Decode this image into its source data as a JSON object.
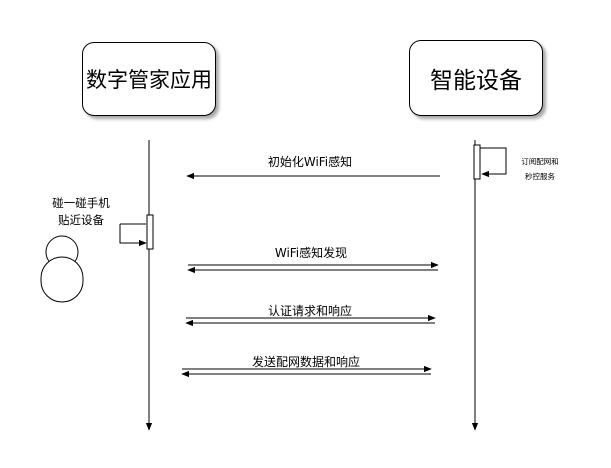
{
  "actors": {
    "left": "数字管家应用",
    "right": "智能设备"
  },
  "messages": [
    {
      "label": "初始化WiFi感知",
      "direction": "to-left"
    },
    {
      "label": "WiFi感知发现",
      "direction": "both"
    },
    {
      "label": "认证请求和响应",
      "direction": "both"
    },
    {
      "label": "发送配网数据和响应",
      "direction": "both"
    }
  ],
  "right_note": {
    "line1": "订阅配网和",
    "line2": "秒控服务"
  },
  "user_action": {
    "line1": "碰一碰手机",
    "line2": "贴近设备"
  },
  "icons": {
    "user": "person-icon"
  }
}
